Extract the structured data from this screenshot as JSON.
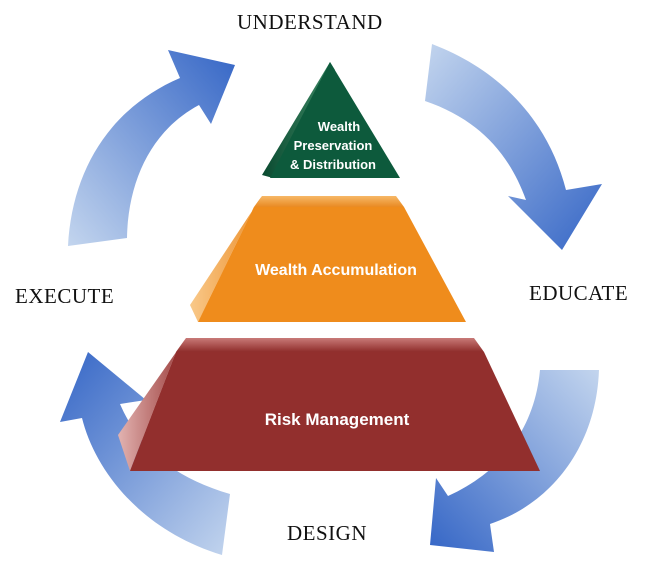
{
  "cycle": {
    "understand": "UNDERSTAND",
    "educate": "EDUCATE",
    "design": "DESIGN",
    "execute": "EXECUTE"
  },
  "pyramid": {
    "top": {
      "line1": "Wealth",
      "line2": "Preservation",
      "line3": "& Distribution"
    },
    "middle": {
      "label": "Wealth Accumulation"
    },
    "bottom": {
      "label": "Risk Management"
    }
  },
  "colors": {
    "top_tier": "#0d5a3c",
    "middle_tier": "#ef8c1c",
    "bottom_tier": "#922f2d",
    "arrow_dark": "#3a6cc8",
    "arrow_light": "#b9cdec"
  }
}
